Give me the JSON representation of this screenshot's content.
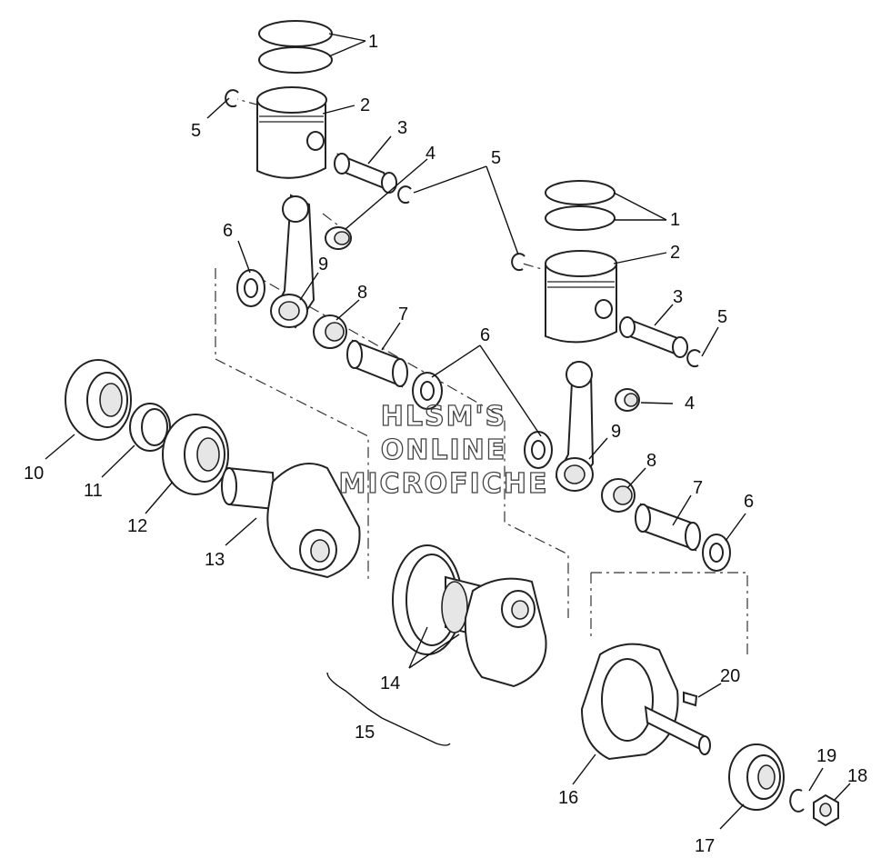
{
  "diagram": {
    "callouts": {
      "c1a": "1",
      "c2a": "2",
      "c3a": "3",
      "c4a": "4",
      "c5a": "5",
      "c5b": "5",
      "c6a": "6",
      "c9a": "9",
      "c8a": "8",
      "c7a": "7",
      "c6b": "6",
      "c1b": "1",
      "c2b": "2",
      "c3b": "3",
      "c5c": "5",
      "c4b": "4",
      "c9b": "9",
      "c8b": "8",
      "c7b": "7",
      "c6c": "6",
      "c10": "10",
      "c11": "11",
      "c12": "12",
      "c13": "13",
      "c14": "14",
      "c15": "15",
      "c16": "16",
      "c17": "17",
      "c18": "18",
      "c19": "19",
      "c20": "20"
    },
    "watermark": {
      "line1": "HLSM'S",
      "line2": "ONLINE",
      "line3": "MICROFICHE"
    }
  }
}
